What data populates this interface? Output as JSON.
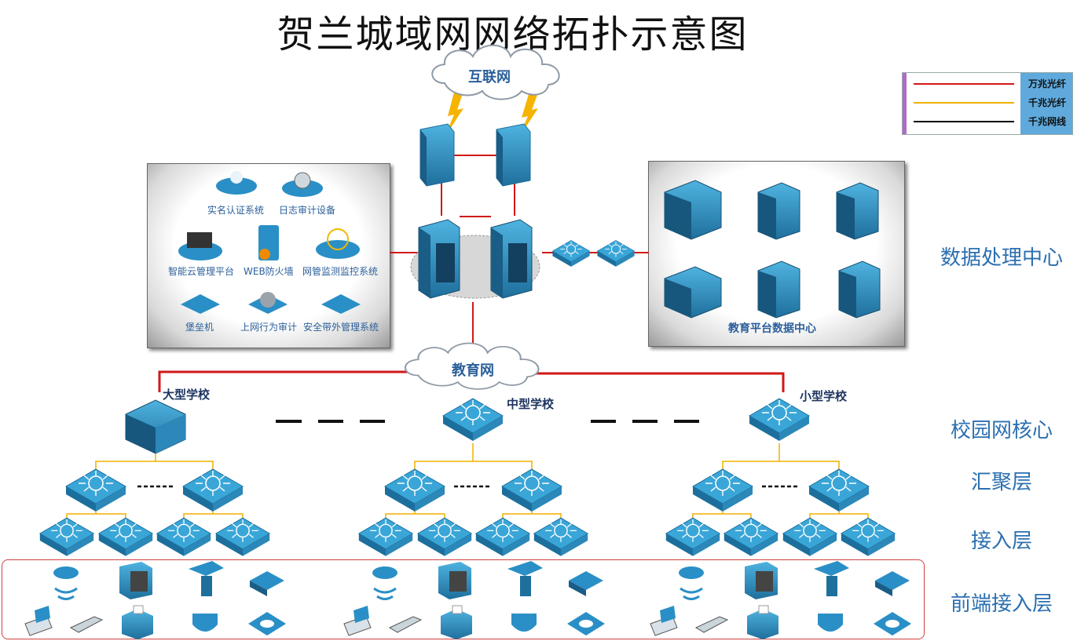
{
  "title": "贺兰城域网网络拓扑示意图",
  "clouds": {
    "internet": "互联网",
    "edu": "教育网"
  },
  "legend": [
    {
      "label": "万兆光纤",
      "color": "#d01818"
    },
    {
      "label": "千兆光纤",
      "color": "#f0b000"
    },
    {
      "label": "千兆网线",
      "color": "#000000"
    }
  ],
  "left_panel": {
    "items": [
      "实名认证系统",
      "日志审计设备",
      "智能云管理平台",
      "WEB防火墙",
      "网管监测监控系统",
      "堡垒机",
      "上网行为审计",
      "安全带外管理系统"
    ]
  },
  "right_panel": {
    "caption": "教育平台数据中心"
  },
  "schools": {
    "large": "大型学校",
    "medium": "中型学校",
    "small": "小型学校"
  },
  "layers": {
    "data_center": "数据处理中心",
    "campus_core": "校园网核心",
    "aggregation": "汇聚层",
    "access": "接入层",
    "front_access": "前端接入层"
  },
  "icon_names": [
    "firewall-icon",
    "core-server-icon",
    "data-center-switch-icon",
    "l3-switch-icon",
    "l2-switch-icon",
    "wireless-ap-icon",
    "monitor-icon",
    "camera-icon",
    "voip-icon",
    "laptop-icon",
    "phone-icon",
    "printer-icon",
    "dome-camera-icon",
    "ip-phone-icon"
  ]
}
